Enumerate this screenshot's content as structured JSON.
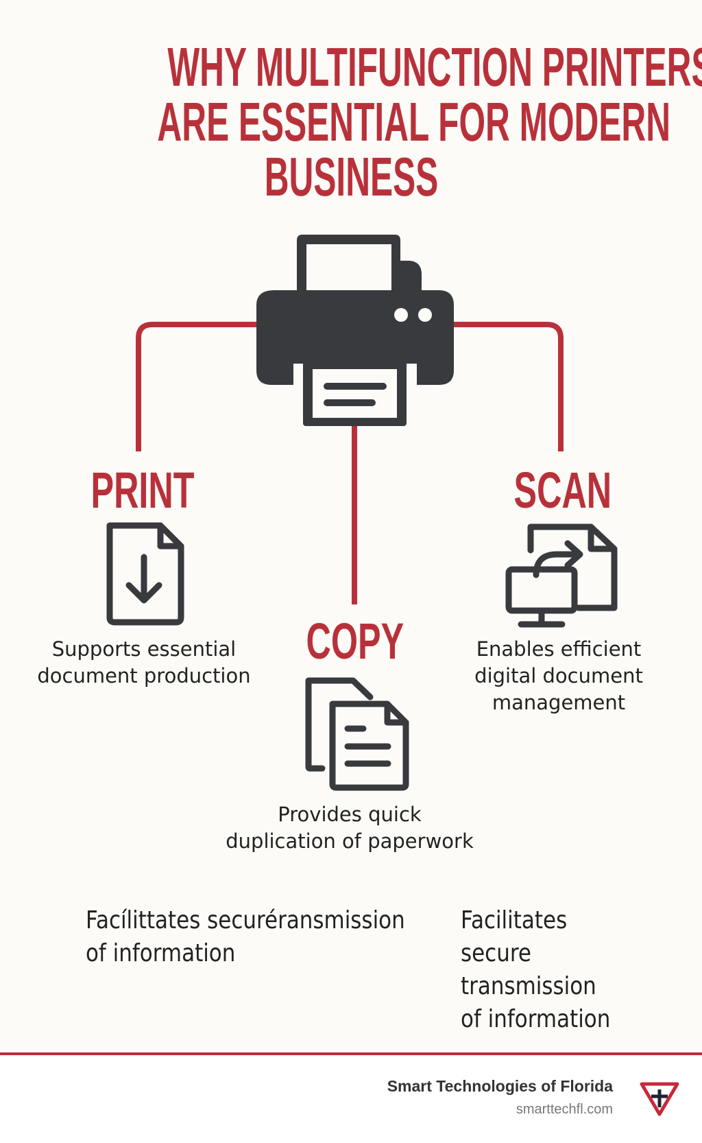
{
  "title": {
    "lines": [
      "WHY MULTIFUNCTION PRINTERS",
      "ARE ESSENTIAL FOR MODERN",
      "BUSINESS"
    ]
  },
  "colors": {
    "accent": "#b8313a",
    "icon": "#383a3e",
    "background": "#fcfbf7",
    "rule": "#c8283c"
  },
  "center_icon": "printer-icon",
  "functions": [
    {
      "label": "PRINT",
      "icon": "document-download-icon",
      "description": [
        "Supports essential",
        "document production"
      ]
    },
    {
      "label": "COPY",
      "icon": "copy-documents-icon",
      "description": [
        "Provides quick",
        "duplication of paperwork"
      ]
    },
    {
      "label": "SCAN",
      "icon": "scan-to-computer-icon",
      "description": [
        "Enables efficient",
        "digital document",
        "management"
      ]
    }
  ],
  "bottom": {
    "left": [
      "Facílittates securéransmission",
      "of information"
    ],
    "right": [
      "Facilitates",
      "secure",
      "transmission",
      "of information"
    ]
  },
  "footer": {
    "company": "Smart Technologies of Florida",
    "url": "smarttechfl.com",
    "logo": "smart-technologies-logo"
  }
}
